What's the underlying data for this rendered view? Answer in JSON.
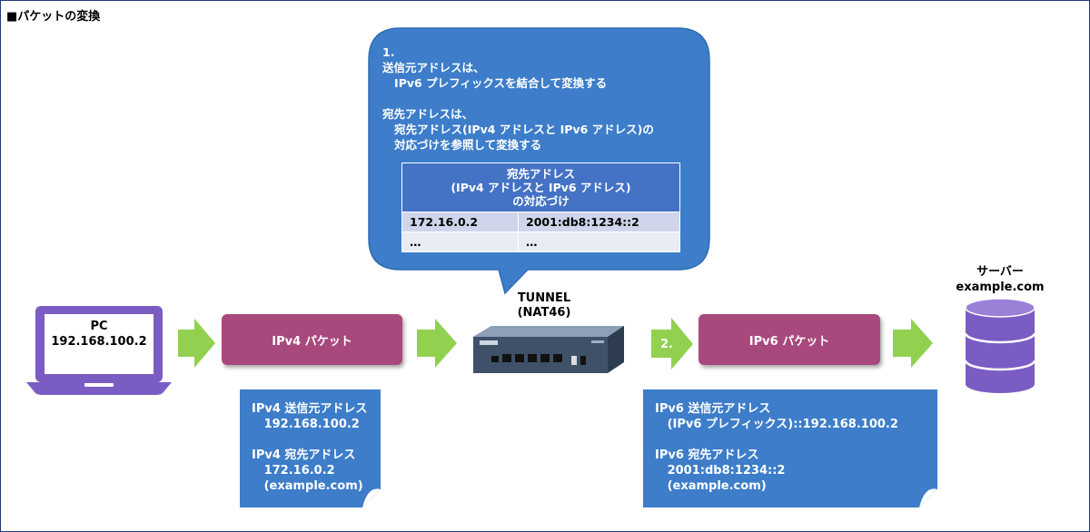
{
  "title": "■パケットの変換",
  "callout": {
    "text": "1.\n送信元アドレスは、\n   IPv6 プレフィックスを結合して変換する\n\n宛先アドレスは、\n   宛先アドレス(IPv4 アドレスと IPv6 アドレス)の\n   対応づけを参照して変換する"
  },
  "mapping_table": {
    "header": "宛先アドレス\n(IPv4 アドレスと IPv6 アドレス)\nの対応づけ",
    "rows": [
      [
        "172.16.0.2",
        "2001:db8:1234::2"
      ],
      [
        "…",
        "…"
      ]
    ]
  },
  "pc": {
    "line1": "PC",
    "line2": "192.168.100.2"
  },
  "ipv4_packet": {
    "label": "IPv4 パケット"
  },
  "router": {
    "line1": "TUNNEL",
    "line2": "(NAT46)"
  },
  "step2_label": "2.",
  "ipv6_packet": {
    "label": "IPv6 パケット"
  },
  "server": {
    "line1": "サーバー",
    "line2": "example.com"
  },
  "ipv4_note": {
    "text": "IPv4 送信元アドレス\n   192.168.100.2\n\nIPv4 宛先アドレス\n   172.16.0.2\n   (example.com)"
  },
  "ipv6_note": {
    "text": "IPv6 送信元アドレス\n   (IPv6 プレフィックス)::192.168.100.2\n\nIPv6 宛先アドレス\n   2001:db8:1234::2\n   (example.com)"
  },
  "colors": {
    "callout_blue": "#3d7dc9",
    "note_blue": "#3d7dc9",
    "packet_magenta": "#a8497d",
    "arrow_green": "#92d050",
    "laptop_purple": "#7b5cc3",
    "server_purple": "#7b5cc3"
  }
}
